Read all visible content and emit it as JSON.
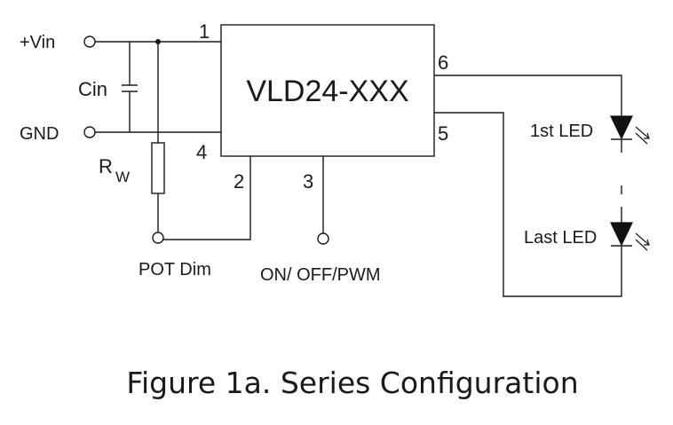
{
  "part_number": "VLD24-XXX",
  "caption": "Figure 1a. Series Configuration",
  "terminals": {
    "vin": "+Vin",
    "gnd": "GND",
    "pot_dim": "POT Dim",
    "on_off_pwm": "ON/ OFF/PWM"
  },
  "components": {
    "cin": "Cin",
    "rw_main": "R",
    "rw_sub": "W",
    "first_led": "1st LED",
    "last_led": "Last LED"
  },
  "pins": {
    "p1": "1",
    "p2": "2",
    "p3": "3",
    "p4": "4",
    "p5": "5",
    "p6": "6"
  }
}
